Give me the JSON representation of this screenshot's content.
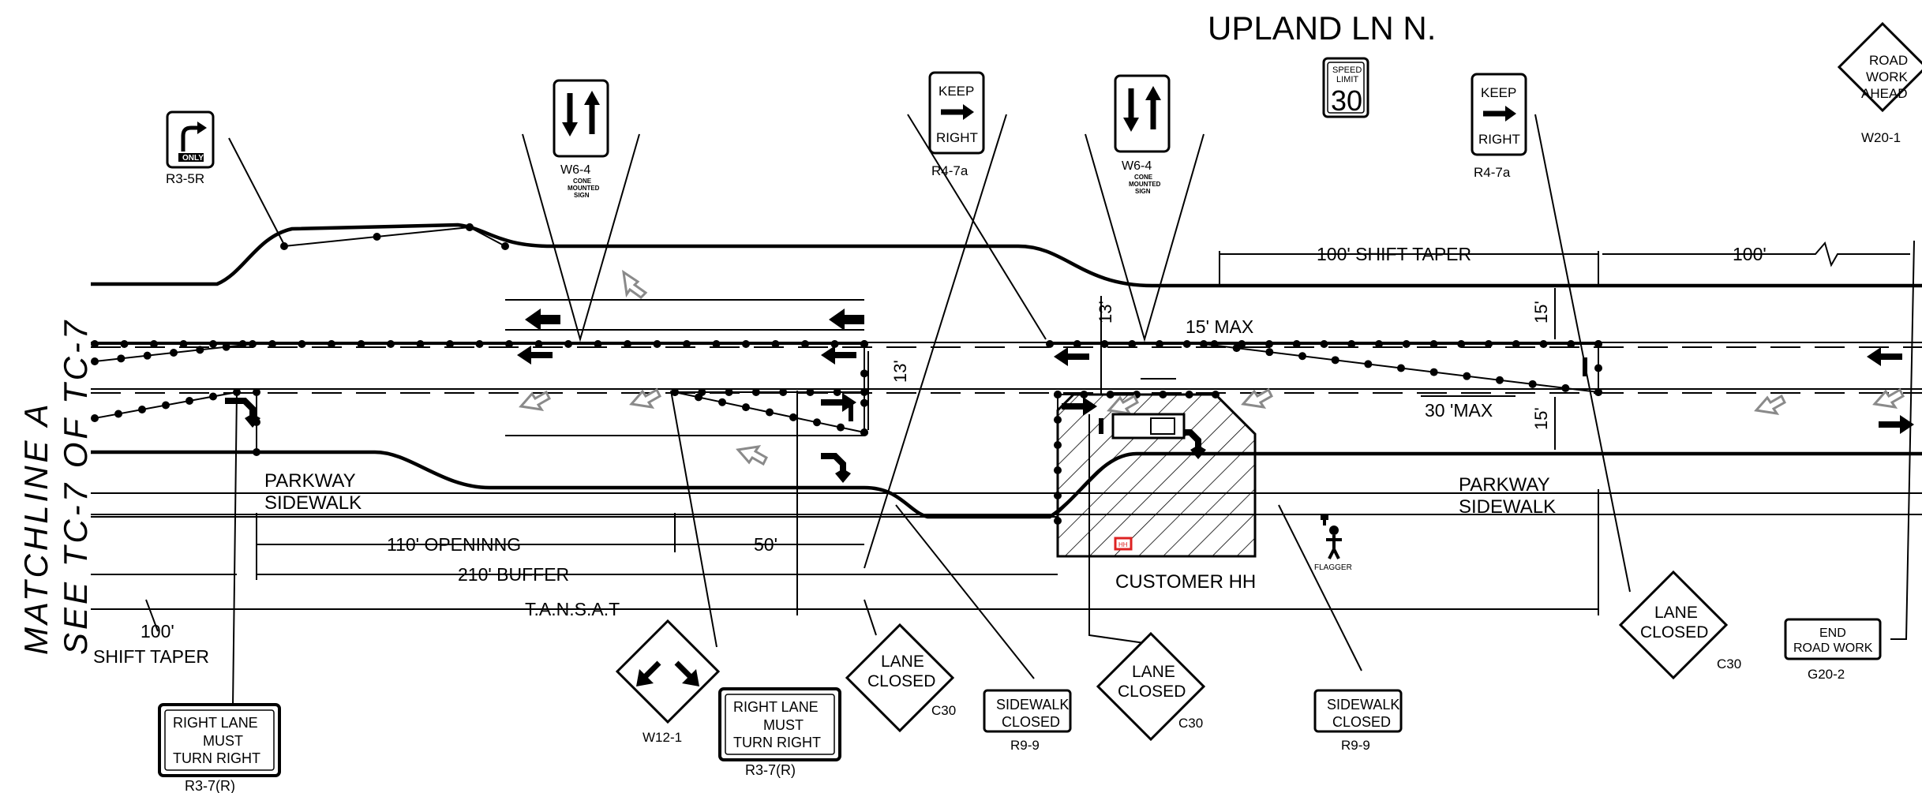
{
  "street_name": "UPLAND LN N.",
  "matchline": {
    "line1": "MATCHLINE A",
    "line2": "SEE TC-7 OF TC-7"
  },
  "speed_limit": {
    "top": "SPEED",
    "mid": "LIMIT",
    "value": "30"
  },
  "signs": {
    "r3_5r": {
      "text": "ONLY",
      "code": "R3-5R"
    },
    "w6_4_left": {
      "code": "W6-4",
      "note1": "CONE",
      "note2": "MOUNTED",
      "note3": "SIGN"
    },
    "w6_4_right": {
      "code": "W6-4",
      "note1": "CONE",
      "note2": "MOUNTED",
      "note3": "SIGN"
    },
    "r4_7a_left": {
      "top": "KEEP",
      "bottom": "RIGHT",
      "code": "R4-7a"
    },
    "r4_7a_right": {
      "top": "KEEP",
      "bottom": "RIGHT",
      "code": "R4-7a"
    },
    "w20_1": {
      "line1": "ROAD",
      "line2": "WORK",
      "line3": "AHEAD",
      "code": "W20-1"
    },
    "w12_1": {
      "code": "W12-1"
    },
    "r3_7r_left": {
      "line1": "RIGHT LANE",
      "line2": "MUST",
      "line3": "TURN RIGHT",
      "code": "R3-7(R)"
    },
    "r3_7r_right": {
      "line1": "RIGHT LANE",
      "line2": "MUST",
      "line3": "TURN RIGHT",
      "code": "R3-7(R)"
    },
    "c30_a": {
      "line1": "LANE",
      "line2": "CLOSED",
      "code": "C30"
    },
    "c30_b": {
      "line1": "LANE",
      "line2": "CLOSED",
      "code": "C30"
    },
    "c30_c": {
      "line1": "LANE",
      "line2": "CLOSED",
      "code": "C30"
    },
    "r9_9_a": {
      "line1": "SIDEWALK",
      "line2": "CLOSED",
      "code": "R9-9"
    },
    "r9_9_b": {
      "line1": "SIDEWALK",
      "line2": "CLOSED",
      "code": "R9-9"
    },
    "g20_2": {
      "line1": "END",
      "line2": "ROAD WORK",
      "code": "G20-2"
    }
  },
  "dimensions": {
    "shift_taper_top": "100' SHIFT TAPER",
    "run_100": "100'",
    "max_15": "15' MAX",
    "max_30": "30 'MAX",
    "d13_a": "13'",
    "d13_b": "13'",
    "d15_a": "15'",
    "d15_b": "15'",
    "opening": "110' OPENINNG",
    "fifty": "50'",
    "buffer": "210' BUFFER",
    "tansat": "T.A.N.S.A.T",
    "shift_taper_bottom_1": "100'",
    "shift_taper_bottom_2": "SHIFT TAPER"
  },
  "labels": {
    "parkway_left": "PARKWAY",
    "sidewalk_left": "SIDEWALK",
    "parkway_right": "PARKWAY",
    "sidewalk_right": "SIDEWALK",
    "customer_hh": "CUSTOMER HH",
    "flagger": "FLAGGER",
    "hh": "HH"
  }
}
